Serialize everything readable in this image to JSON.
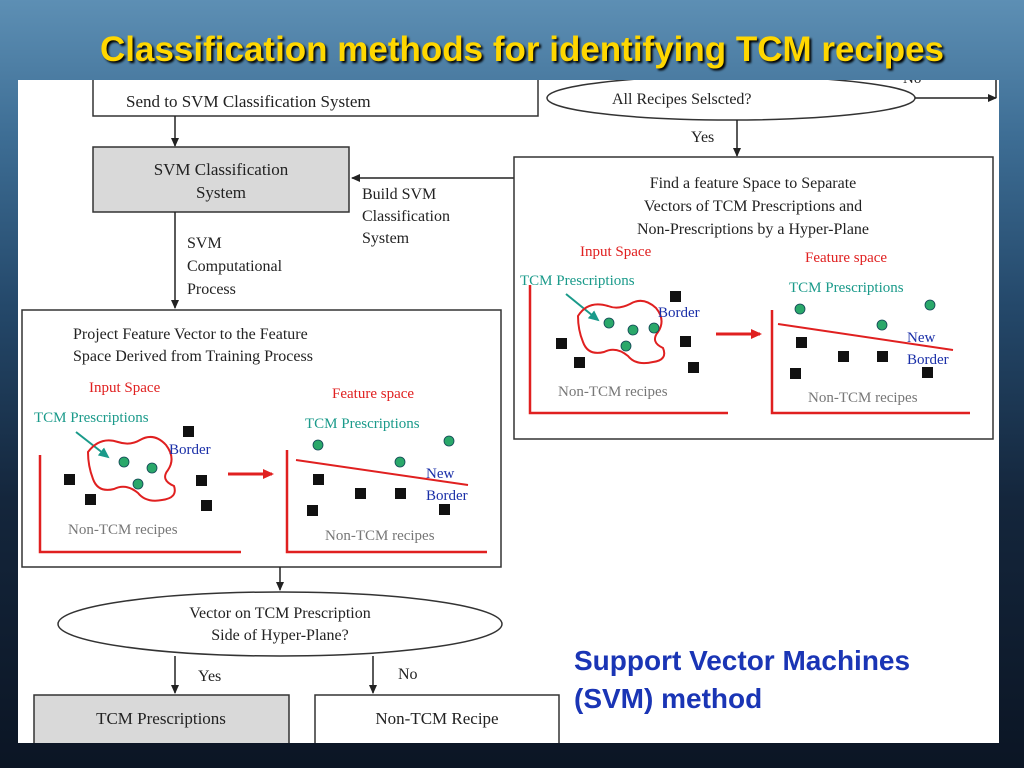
{
  "title": "Classification methods for identifying TCM recipes",
  "caption": {
    "line1": "Support Vector Machines",
    "line2": "(SVM) method"
  },
  "colors": {
    "title": "#ffd700",
    "caption": "#1a35b5",
    "arrow_red": "#e02020",
    "dot_green": "#2aa86a",
    "teal_text": "#1a9a8a",
    "border_blue": "#1a2fa8"
  },
  "flow": {
    "send_box": "Send to SVM Classification System",
    "decision_top": "All Recipes Selscted?",
    "no_top": "No",
    "yes_top": "Yes",
    "svm_box_line1": "SVM Classification",
    "svm_box_line2": "System",
    "build_line1": "Build SVM",
    "build_line2": "Classification",
    "build_line3": "System",
    "compute_line1": "SVM",
    "compute_line2": "Computational",
    "compute_line3": "Process",
    "decision_bottom_line1": "Vector on TCM Prescription",
    "decision_bottom_line2": "Side of Hyper-Plane?",
    "yes_bottom": "Yes",
    "no_bottom": "No",
    "tcm_box": "TCM Prescriptions",
    "non_tcm_box": "Non-TCM Recipe"
  },
  "right_panel": {
    "title_line1": "Find a feature Space to Separate",
    "title_line2": "Vectors of TCM Prescriptions and",
    "title_line3": "Non-Prescriptions by a Hyper-Plane"
  },
  "left_panel": {
    "title_line1": "Project Feature Vector to the Feature",
    "title_line2": "Space Derived from Training Process"
  },
  "space_labels": {
    "input_space": "Input Space",
    "feature_space": "Feature space",
    "tcm_prescriptions": "TCM Prescriptions",
    "border": "Border",
    "new": "New",
    "new_border": "Border",
    "non_tcm_recipes": "Non-TCM recipes"
  }
}
